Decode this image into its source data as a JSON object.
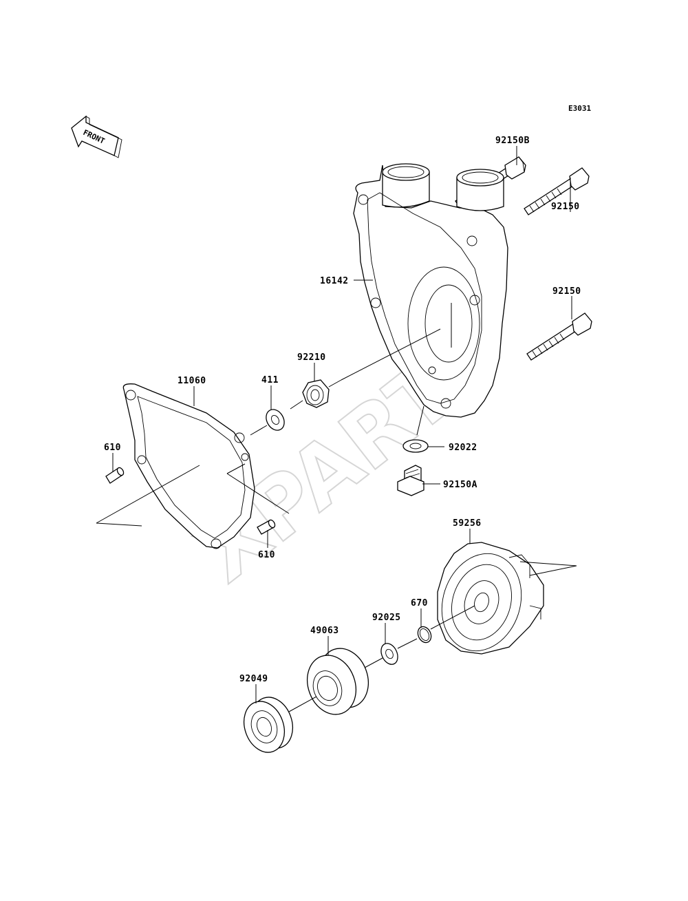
{
  "diagram": {
    "code": "E3031",
    "front_label": "FRONT",
    "watermark": "XPARTS",
    "parts": [
      {
        "id": "p92150B",
        "number": "92150B"
      },
      {
        "id": "p92150a",
        "number": "92150"
      },
      {
        "id": "p92150b",
        "number": "92150"
      },
      {
        "id": "p16142",
        "number": "16142"
      },
      {
        "id": "p92210",
        "number": "92210"
      },
      {
        "id": "p411",
        "number": "411"
      },
      {
        "id": "p11060",
        "number": "11060"
      },
      {
        "id": "p610a",
        "number": "610"
      },
      {
        "id": "p610b",
        "number": "610"
      },
      {
        "id": "p92022",
        "number": "92022"
      },
      {
        "id": "p92150A",
        "number": "92150A"
      },
      {
        "id": "p59256",
        "number": "59256"
      },
      {
        "id": "p670",
        "number": "670"
      },
      {
        "id": "p92025",
        "number": "92025"
      },
      {
        "id": "p49063",
        "number": "49063"
      },
      {
        "id": "p92049",
        "number": "92049"
      }
    ]
  }
}
